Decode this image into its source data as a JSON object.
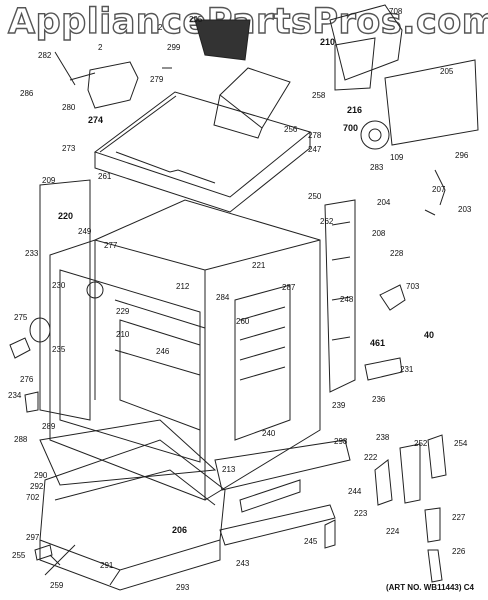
{
  "watermark": "AppliancePartsPros.com",
  "footer": "(ART NO. WB11443) C4",
  "labels": [
    "295",
    "708",
    "282",
    "2",
    "299",
    "286",
    "279",
    "280",
    "274",
    "210",
    "216",
    "700",
    "258",
    "205",
    "256",
    "278",
    "109",
    "296",
    "273",
    "247",
    "283",
    "250",
    "262",
    "204",
    "207",
    "203",
    "209",
    "261",
    "220",
    "249",
    "277",
    "208",
    "233",
    "228",
    "221",
    "212",
    "284",
    "287",
    "703",
    "248",
    "230",
    "229",
    "275",
    "260",
    "461",
    "40",
    "235",
    "246",
    "276",
    "234",
    "231",
    "236",
    "239",
    "288",
    "289",
    "298",
    "238",
    "240",
    "252",
    "254",
    "290",
    "292",
    "702",
    "213",
    "222",
    "244",
    "223",
    "227",
    "297",
    "206",
    "224",
    "245",
    "255",
    "291",
    "243",
    "226",
    "259",
    "293",
    "210",
    "2"
  ]
}
